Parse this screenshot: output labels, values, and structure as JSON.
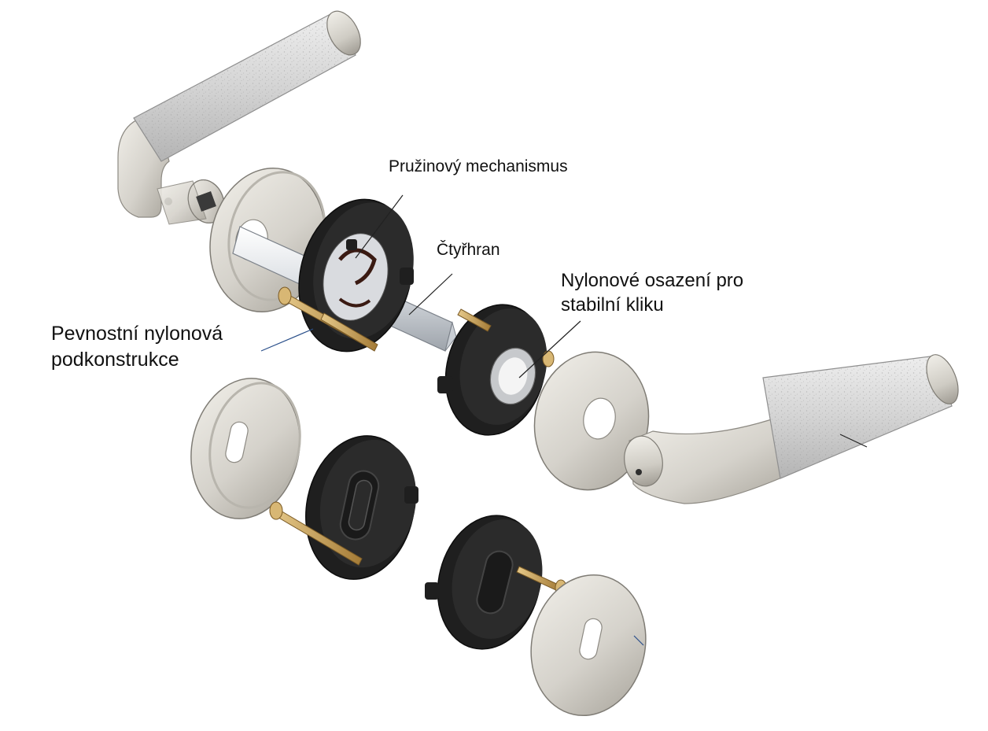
{
  "labels": {
    "spring_mechanism": "Pružinový mechanismus",
    "square_spindle": "Čtyřhran",
    "nylon_fitting_line1": "Nylonové osazení pro",
    "nylon_fitting_line2": "stabilní kliku",
    "nylon_substructure_line1": "Pevnostní nylonová",
    "nylon_substructure_line2": "podkonstrukce"
  },
  "colors": {
    "metal_light": "#e4e2dc",
    "metal_mid": "#c9c6bf",
    "metal_dark": "#9c9890",
    "grip_texture": "#d8d8d8",
    "nylon_black": "#1e1e1e",
    "screw_brass": "#c9a45c",
    "leader_dark": "#222222",
    "leader_blue": "#2a4f8a"
  }
}
